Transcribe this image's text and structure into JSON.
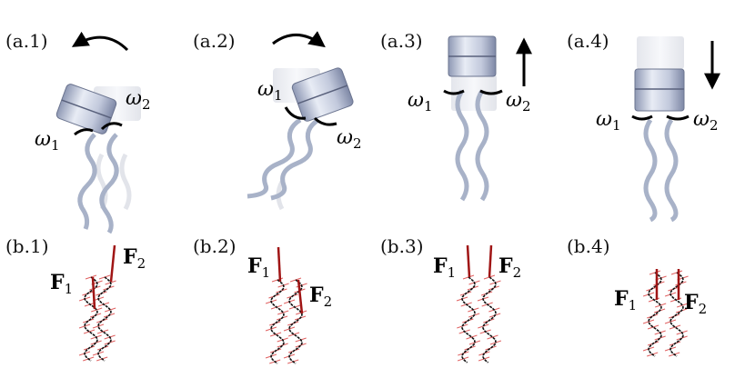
{
  "panels": {
    "a1": {
      "label": "(a.1)",
      "w1": "ω",
      "w1_sub": "1",
      "w2": "ω",
      "w2_sub": "2"
    },
    "a2": {
      "label": "(a.2)",
      "w1": "ω",
      "w1_sub": "1",
      "w2": "ω",
      "w2_sub": "2"
    },
    "a3": {
      "label": "(a.3)",
      "w1": "ω",
      "w1_sub": "1",
      "w2": "ω",
      "w2_sub": "2"
    },
    "a4": {
      "label": "(a.4)",
      "w1": "ω",
      "w1_sub": "1",
      "w2": "ω",
      "w2_sub": "2"
    },
    "b1": {
      "label": "(b.1)",
      "f1": "F",
      "f1_sub": "1",
      "f2": "F",
      "f2_sub": "2"
    },
    "b2": {
      "label": "(b.2)",
      "f1": "F",
      "f1_sub": "1",
      "f2": "F",
      "f2_sub": "2"
    },
    "b3": {
      "label": "(b.3)",
      "f1": "F",
      "f1_sub": "1",
      "f2": "F",
      "f2_sub": "2"
    },
    "b4": {
      "label": "(b.4)",
      "f1": "F",
      "f1_sub": "1",
      "f2": "F",
      "f2_sub": "2"
    }
  },
  "colors": {
    "force": "#a01515",
    "helix": "#a8b2c8",
    "hatch": "#e06060",
    "body": "#b9c2d8"
  }
}
